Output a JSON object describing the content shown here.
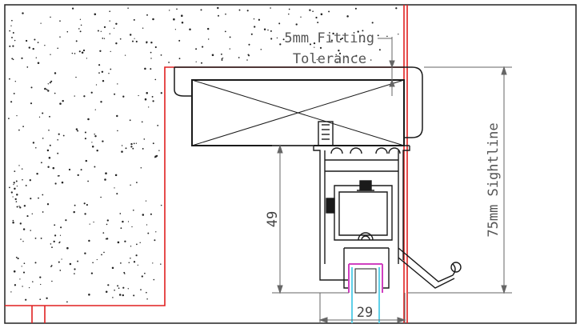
{
  "labels": {
    "fitting_tolerance_line1": "5mm Fitting",
    "fitting_tolerance_line2": "Tolerance",
    "sightline": "75mm Sightline",
    "dim_height": "49",
    "dim_width": "29"
  },
  "colors": {
    "outline": "#1a1a1a",
    "frame_red": "#e02020",
    "dimension": "#666666",
    "glazing_cyan": "#5fd0e8",
    "seal_magenta": "#d040c0",
    "background": "#ffffff"
  }
}
